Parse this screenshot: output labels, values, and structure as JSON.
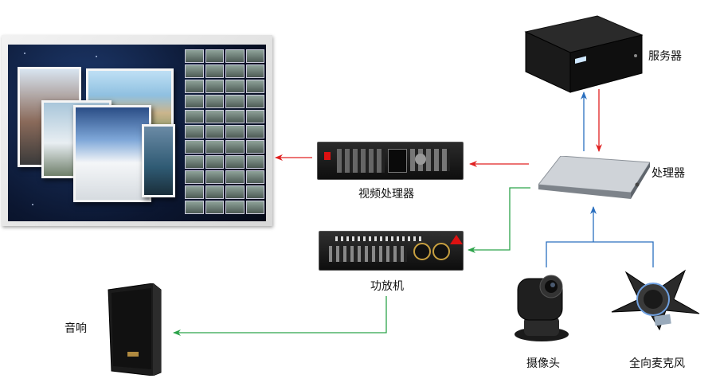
{
  "labels": {
    "server": "服务器",
    "processor": "处理器",
    "video_processor": "视频处理器",
    "amplifier": "功放机",
    "speaker": "音响",
    "camera": "摄像头",
    "microphone": "全向麦克风"
  },
  "colors": {
    "red_arrow": "#e02020",
    "blue_arrow": "#2a6fbf",
    "green_arrow": "#2ca34a"
  }
}
